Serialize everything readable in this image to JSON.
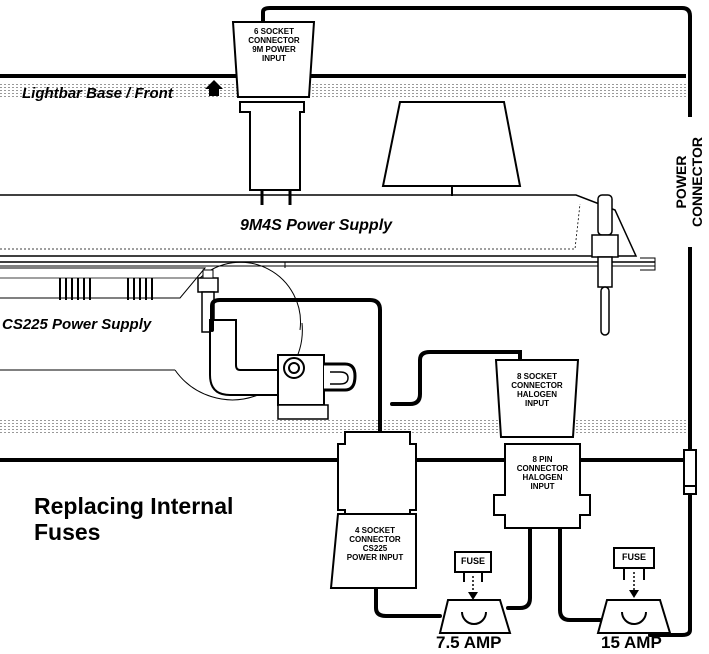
{
  "diagram": {
    "labels": {
      "lightbar_base": "Lightbar Base / Front",
      "power_supply_9m4s": "9M4S Power Supply",
      "power_supply_cs225": "CS225 Power Supply",
      "power_connector": "POWER CONNECTOR",
      "title_line1": "Replacing Internal",
      "title_line2": "Fuses",
      "fuse_7_5": "7.5 AMP",
      "fuse_15": "15 AMP",
      "fuse_tag_1": "FUSE",
      "fuse_tag_2": "FUSE"
    },
    "connectors": {
      "socket6": [
        "6 SOCKET",
        "CONNECTOR",
        "9M POWER",
        "INPUT"
      ],
      "socket8": [
        "8 SOCKET",
        "CONNECTOR",
        "HALOGEN",
        "INPUT"
      ],
      "pin8": [
        "8 PIN",
        "CONNECTOR",
        "HALOGEN",
        "INPUT"
      ],
      "socket4": [
        "4 SOCKET",
        "CONNECTOR",
        "CS225",
        "POWER INPUT"
      ]
    }
  }
}
